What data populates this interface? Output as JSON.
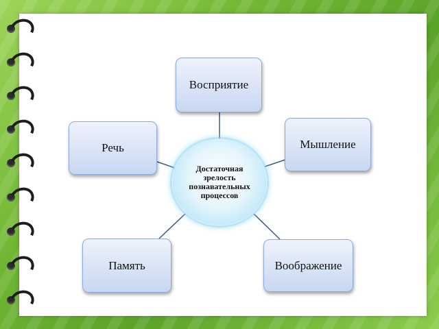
{
  "diagram": {
    "center": "Достаточная зрелость познавательных процессов",
    "nodes": {
      "top": "Восприятие",
      "right": "Мышление",
      "left": "Речь",
      "bottom_left": "Память",
      "bottom_right": "Воображение"
    }
  },
  "colors": {
    "frame": "#6fb632",
    "node_fill": "#c8d7f2",
    "node_border": "#8da9d6",
    "center_glow": "#8ad2f2",
    "connector": "#3d5a80"
  }
}
